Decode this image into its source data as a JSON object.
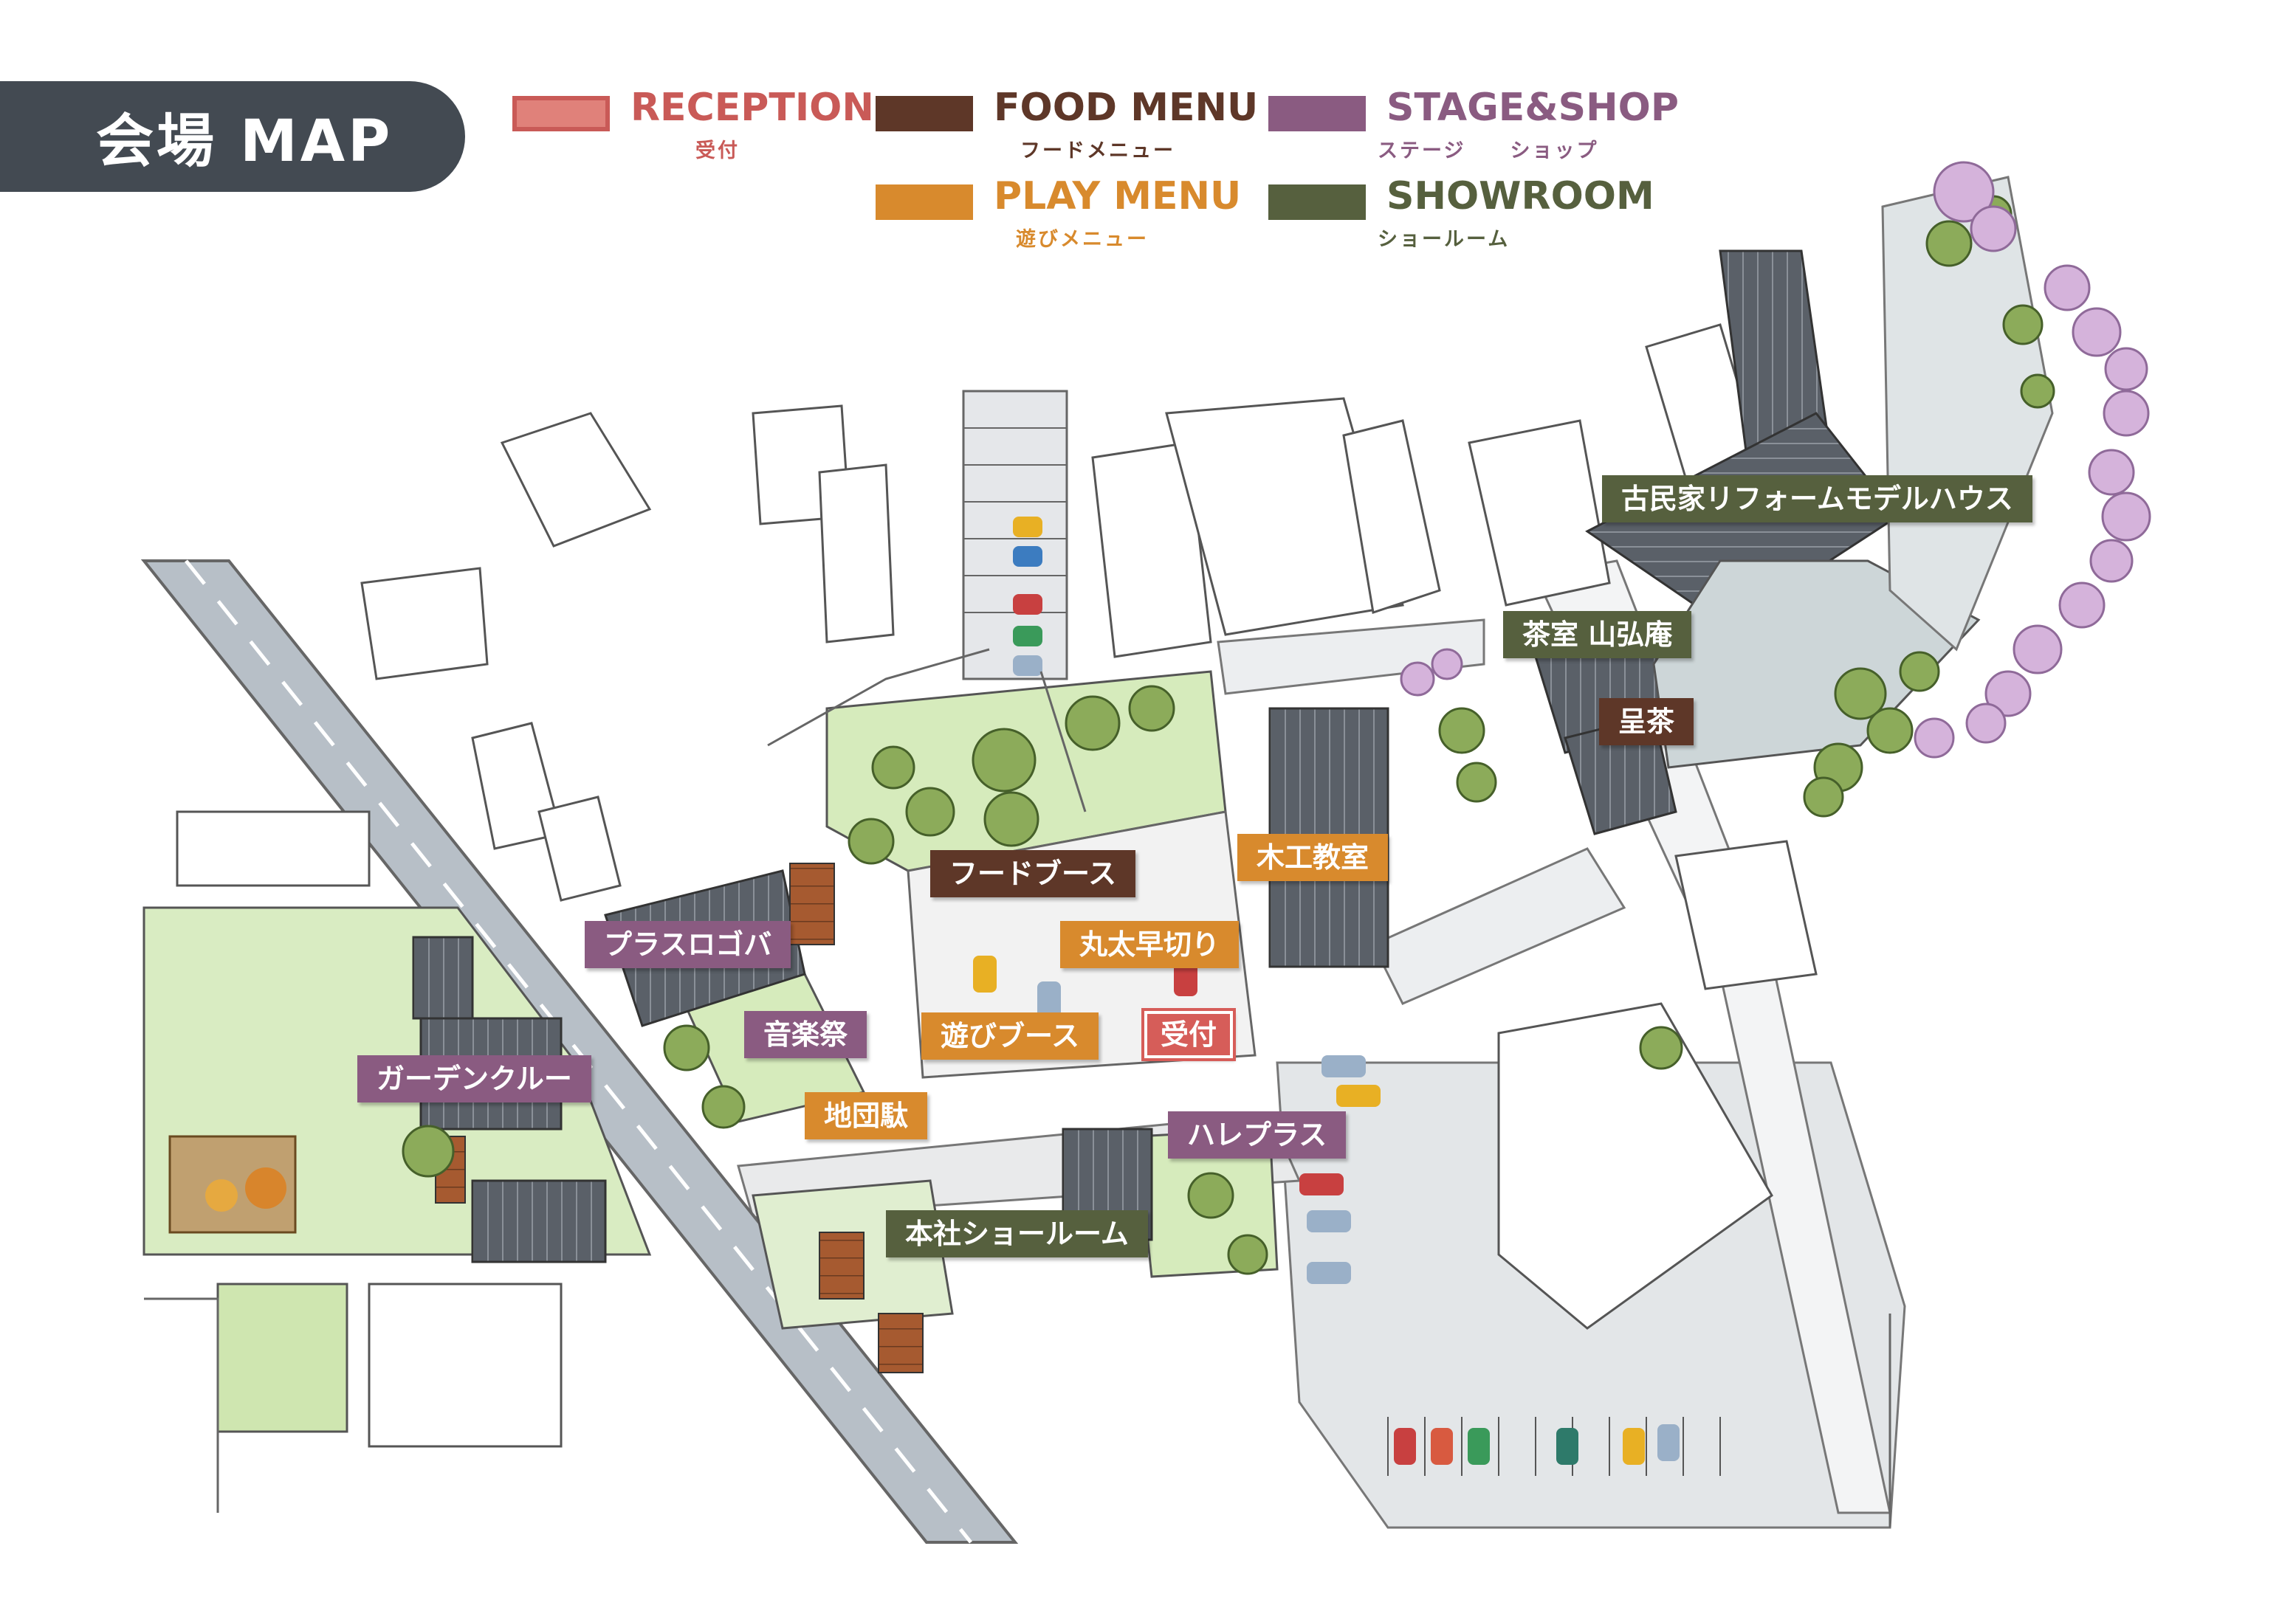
{
  "header": {
    "title": "会場 MAP"
  },
  "legend": [
    {
      "key": "reception",
      "label": "RECEPTION",
      "sub": "受付",
      "color": "#c95a57"
    },
    {
      "key": "food",
      "label": "FOOD MENU",
      "sub": "フードメニュー",
      "color": "#5e3728"
    },
    {
      "key": "stage",
      "label": "STAGE&SHOP",
      "sub": "ステージ　　ショップ",
      "color": "#8a5b81"
    },
    {
      "key": "play",
      "label": "PLAY MENU",
      "sub": "遊びメニュー",
      "color": "#d88a2d"
    },
    {
      "key": "showroom",
      "label": "SHOWROOM",
      "sub": "ショールーム",
      "color": "#56603e"
    }
  ],
  "map": {
    "labels": {
      "kominka": "古民家リフォームモデルハウス",
      "chashitsu": "茶室 山弘庵",
      "teicha": "呈茶",
      "food_booth": "フードブース",
      "mokko": "木工教室",
      "marubuta": "丸太早切り",
      "plus_logo": "プラスロゴバ",
      "ongakusai": "音楽祭",
      "asobi_booth": "遊びブース",
      "uketsuke": "受付",
      "garden_crew": "ガーデンクルー",
      "jidanda": "地団駄",
      "hare_plus": "ハレプラス",
      "honsha": "本社ショールーム"
    }
  }
}
